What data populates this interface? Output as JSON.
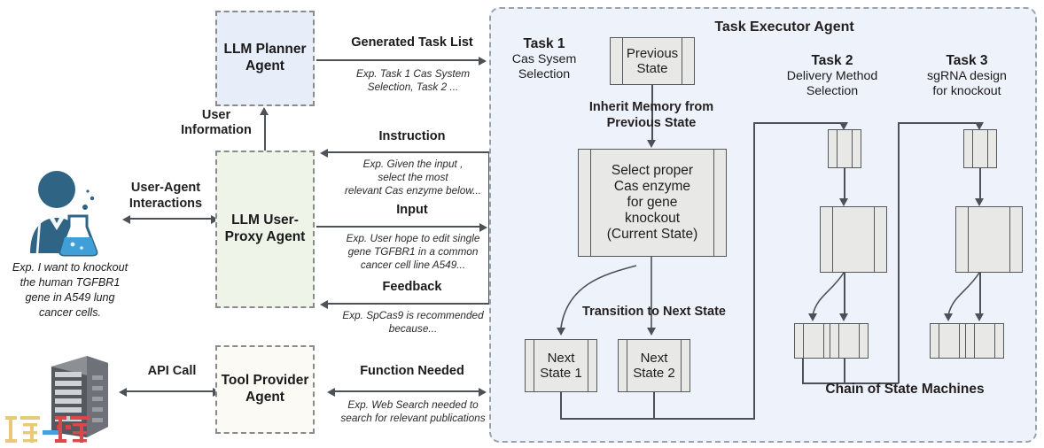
{
  "diagram": {
    "user": {
      "icon": "scientist-with-flask-icon",
      "caption": "Exp. I want to knockout\nthe human TGFBR1\ngene in A549 lung\ncancer cells.",
      "link_label": "User-Agent\nInteractions"
    },
    "server": {
      "icon": "server-rack-icon",
      "link_label": "API Call"
    },
    "watermark": "watermark-logo",
    "agents": {
      "planner": {
        "title": "LLM  Planner\nAgent",
        "fill": "#e8eef9"
      },
      "user_proxy": {
        "title": "LLM\nUser-Proxy\nAgent",
        "fill": "#eef4e8"
      },
      "tool_provider": {
        "title": "Tool\nProvider\nAgent",
        "fill": "#fbfaf5"
      }
    },
    "flows": {
      "generated_task_list": {
        "label": "Generated Task List",
        "example": "Exp. Task 1 Cas System\nSelection, Task 2 ..."
      },
      "user_information": {
        "label": "User\nInformation"
      },
      "instruction": {
        "label": "Instruction",
        "example": "Exp. Given the input ,\nselect the most\nrelevant Cas enzyme below..."
      },
      "input": {
        "label": "Input",
        "example": "Exp. User hope to edit single\ngene TGFBR1 in a common\ncancer cell line A549..."
      },
      "feedback": {
        "label": "Feedback",
        "example": "Exp. SpCas9 is recommended\nbecause..."
      },
      "function_needed": {
        "label": "Function Needed",
        "example": "Exp. Web Search needed to\nsearch for relevant publications"
      }
    },
    "executor": {
      "title": "Task Executor Agent",
      "chain_label": "Chain of State Machines",
      "tasks": [
        {
          "number": "Task 1",
          "desc": "Cas Sysem\nSelection"
        },
        {
          "number": "Task 2",
          "desc": "Delivery Method\nSelection"
        },
        {
          "number": "Task 3",
          "desc": "sgRNA design\nfor knockout"
        }
      ],
      "states": {
        "previous": "Previous\nState",
        "current": "Select proper\nCas enzyme\nfor gene\nknockout\n(Current State)",
        "next1": "Next\nState 1",
        "next2": "Next\nState 2"
      },
      "transitions": {
        "inherit": "Inherit Memory from\nPrevious State",
        "next": "Transition to Next State"
      }
    },
    "colors": {
      "panel_bg": "#eef3fb",
      "panel_border": "#9aa3ad",
      "state_fill": "#e8e8e6",
      "state_stroke": "#54585c",
      "line": "#4b5156",
      "user_icon": "#2f6484"
    }
  }
}
